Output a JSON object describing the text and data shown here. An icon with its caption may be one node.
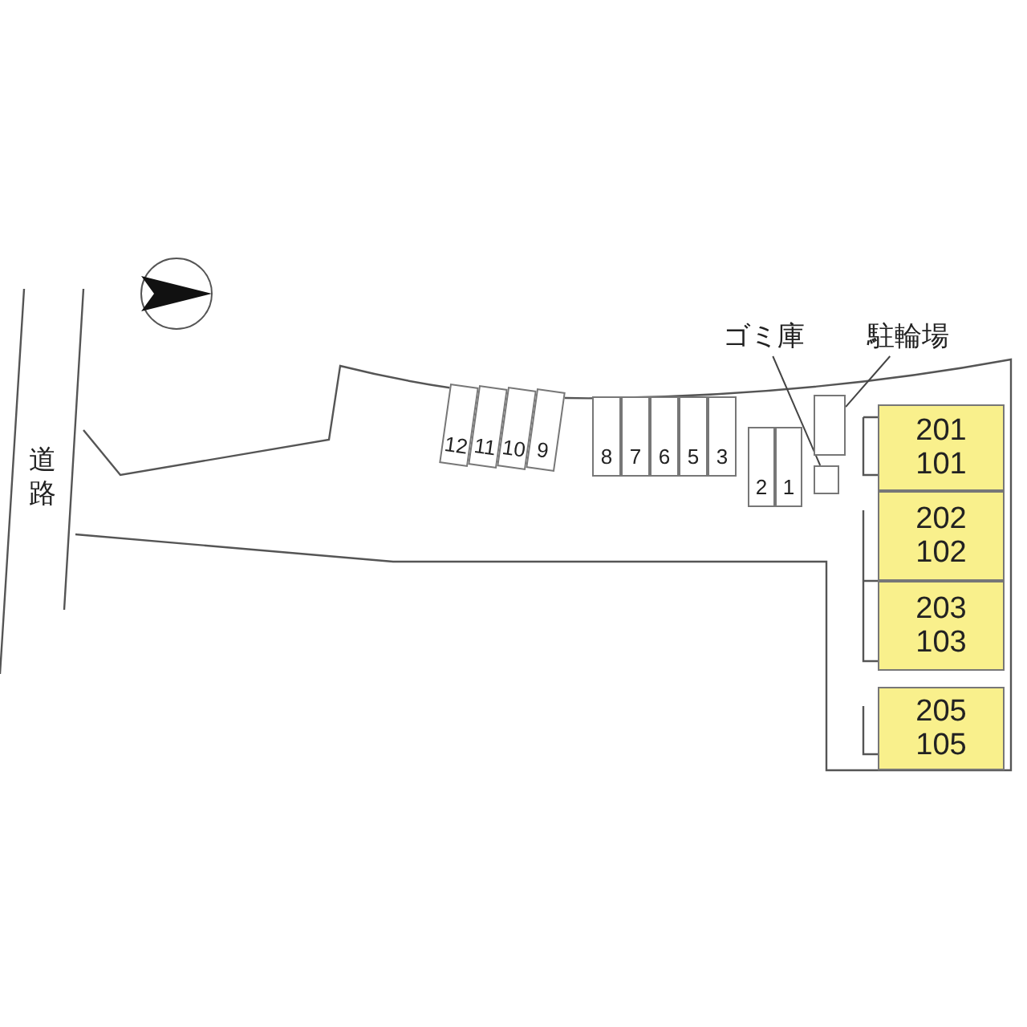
{
  "diagram": {
    "nodes": [
      {
        "text": [
          "12"
        ]
      },
      {
        "text": [
          "11"
        ]
      },
      {
        "text": [
          "10"
        ]
      },
      {
        "text": [
          "9"
        ]
      },
      {
        "text": [
          "8"
        ]
      },
      {
        "text": [
          "7"
        ]
      },
      {
        "text": [
          "6"
        ]
      },
      {
        "text": [
          "5"
        ]
      },
      {
        "text": [
          "3"
        ]
      },
      {
        "text": [
          "2"
        ]
      },
      {
        "text": [
          "1"
        ]
      },
      {
        "text": [
          "ゴミ庫"
        ]
      },
      {
        "text": [
          "駐輪場"
        ]
      },
      {
        "text": [],
        "shape": "box"
      },
      {
        "text": [],
        "shape": "box"
      },
      {
        "text": [
          "201",
          "101"
        ]
      },
      {
        "text": [
          "202",
          "102"
        ]
      },
      {
        "text": [
          "203",
          "103"
        ]
      },
      {
        "text": [
          "205",
          "105"
        ]
      }
    ],
    "edges": [
      {
        "from": 11,
        "to": 14,
        "arrow": "none"
      },
      {
        "from": 12,
        "to": 13,
        "arrow": "none"
      }
    ],
    "labels": [
      "道路"
    ]
  }
}
